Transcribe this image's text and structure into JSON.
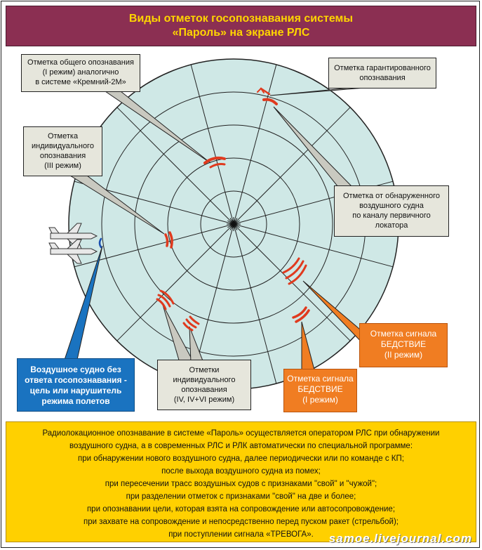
{
  "header": {
    "title_line1": "Виды отметок  госопознавания системы",
    "title_line2": "«Пароль» на экране РЛС"
  },
  "callouts": {
    "general": [
      "Отметка общего опознавания",
      "(I режим) аналогично",
      "в системе «Кремний-2М»"
    ],
    "guaranteed": [
      "Отметка гарантированного",
      "опознавания"
    ],
    "individual3": [
      "Отметка",
      "индивидуального",
      "опознавания",
      "(III режим)"
    ],
    "primary": [
      "Отметка от обнаруженного",
      "воздушного судна",
      "по каналу первичного",
      "локатора"
    ],
    "distress2": [
      "Отметка сигнала",
      "БЕДСТВИЕ",
      "(II режим)"
    ],
    "distress1": [
      "Отметка сигнала",
      "БЕДСТВИЕ",
      "(I режим)"
    ],
    "individual_multi": [
      "Отметки",
      "индивидуального",
      "опознавания",
      "(IV, IV+VI режим)"
    ],
    "no_response": [
      "Воздушное судно без",
      "ответа госопознавания -",
      "цель или нарушитель",
      "режима полетов"
    ]
  },
  "bottom_text": [
    "Радиолокационное опознавание в системе «Пароль» осуществляется оператором РЛС при обнаружении",
    "воздушного судна, а в современных РЛС и РЛК автоматически по специальной программе:",
    "при обнаружении нового воздушного судна, далее периодически или по команде с КП;",
    "после выхода воздушного судна из помех;",
    "при пересечении трасс воздушных судов с признаками \"свой\" и \"чужой\";",
    "при разделении отметок с признаками \"свой\" на две и более;",
    "при опознавании цели, которая взята на сопровождение или автосопровождение;",
    "при захвате на сопровождение и непосредственно перед пуском ракет (стрельбой);",
    "при поступлении сигнала «ТРЕВОГА»."
  ],
  "watermark": "samoe.livejournal.com",
  "colors": {
    "header_bg": "#8b2f52",
    "header_text": "#ffd500",
    "radar_fill": "#cfe8e6",
    "mark_red": "#e03a1e",
    "callout_gray": "#e6e6dc",
    "callout_orange": "#f07d22",
    "callout_blue": "#1a73c0",
    "bottom_bg": "#ffd000"
  },
  "icons": [
    "aircraft-icon",
    "radar-scope"
  ]
}
